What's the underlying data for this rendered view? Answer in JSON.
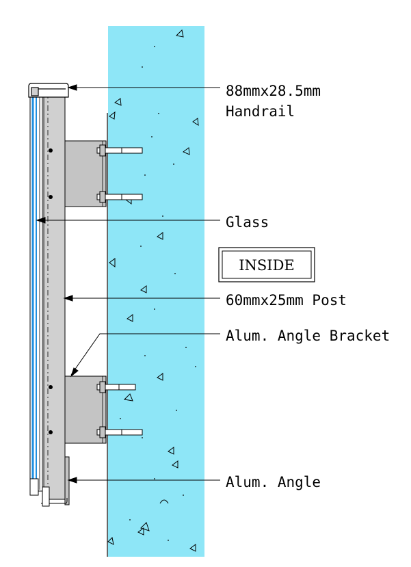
{
  "labels": {
    "handrail_size": "88mmx28.5mm",
    "handrail": "Handrail",
    "glass": "Glass",
    "post": "60mmx25mm  Post",
    "bracket": "Alum. Angle Bracket",
    "angle": "Alum. Angle"
  },
  "stamp": "INSIDE",
  "colors": {
    "concrete": "#8ee6f7",
    "glass_edge": "#1e8fe0",
    "post_fill": "#d0d0d0",
    "bracket_fill": "#c4c4c4",
    "line": "#000000"
  }
}
